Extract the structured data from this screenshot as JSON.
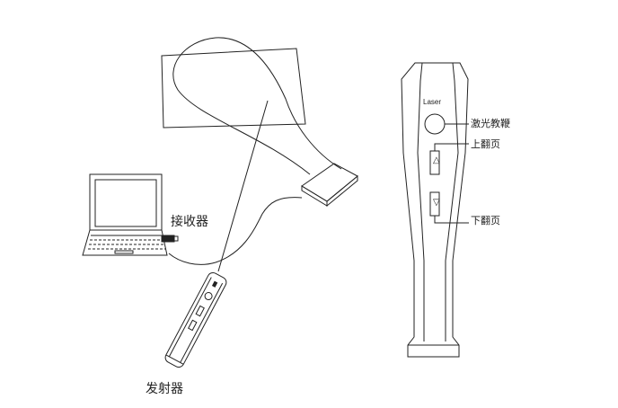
{
  "labels": {
    "receiver": "接收器",
    "transmitter": "发射器",
    "laser_word": "Laser",
    "laser_pointer": "激光教鞭",
    "page_up": "上翻页",
    "page_down": "下翻页"
  },
  "colors": {
    "stroke": "#222222",
    "background": "#ffffff"
  },
  "icons": {
    "page_up_symbol": "△",
    "page_down_symbol": "▽"
  }
}
